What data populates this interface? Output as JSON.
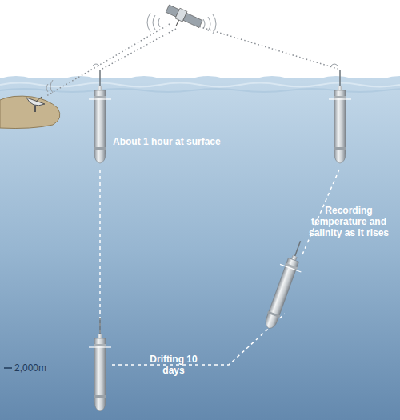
{
  "diagram": {
    "labels": [
      "About 1 hour at surface",
      "Recording temperature and salinity as it rises",
      "Drifting 10 days",
      "2,000m"
    ]
  }
}
